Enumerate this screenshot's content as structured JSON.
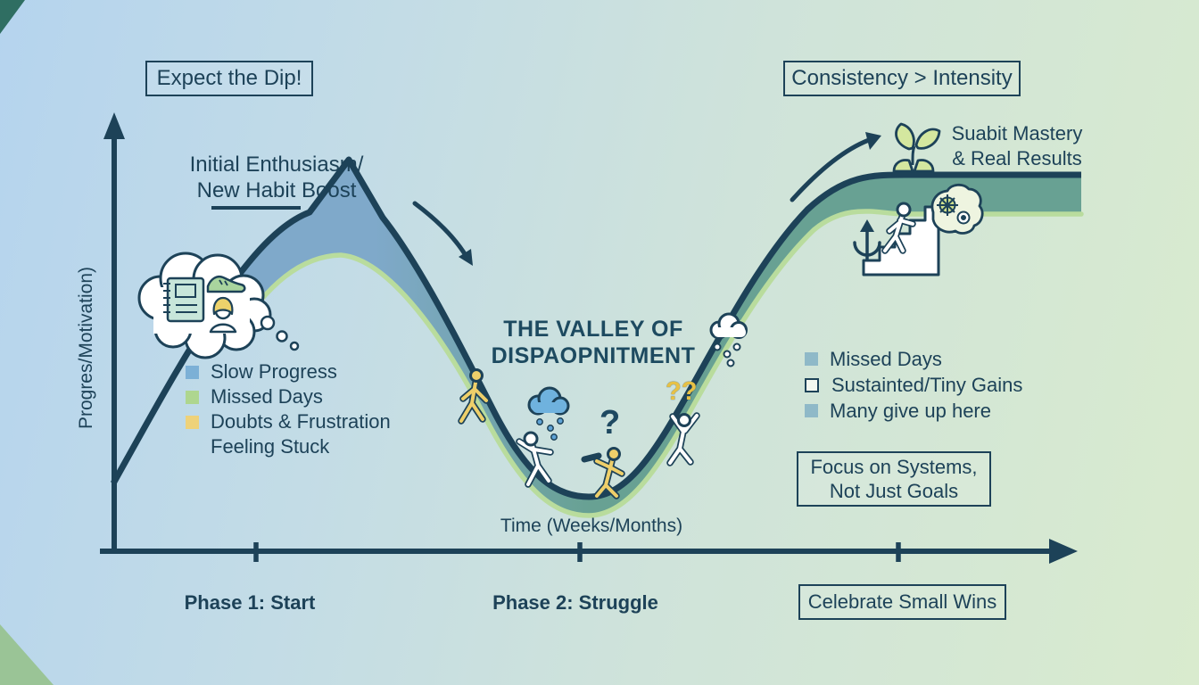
{
  "colors": {
    "ink": "#1d4258",
    "curve_blue": "#7fa9ca",
    "curve_teal": "#68a193",
    "curve_edge_green": "#b9dc9d",
    "bullet_blue": "#7cb0d6",
    "bullet_green": "#aed68f",
    "bullet_yellow": "#eed27a",
    "bullet_gray_blue": "#8fb9c8",
    "figure_yellow": "#eecf6a",
    "rain_cloud_blue": "#6fb2de",
    "leaf_green": "#d4e79f",
    "question_yellow": "#e7c145"
  },
  "boxes": {
    "expect_dip": "Expect the Dip!",
    "consistency": "Consistency > Intensity",
    "focus_line1": "Focus on Systems,",
    "focus_line2": "Not Just Goals",
    "celebrate": "Celebrate Small Wins"
  },
  "labels": {
    "enthusiasm_line1": "Initial Enthusiasm/",
    "enthusiasm_line2": "New Habit Boost",
    "valley_line1": "THE VALLEY OF",
    "valley_line2": "DISPAOPNITMENT",
    "mastery_line1": "Suabit Mastery",
    "mastery_line2": "& Real Results",
    "y_axis": "Progres/Motivation)",
    "x_axis": "Time (Weeks/Months)",
    "phase1": "Phase 1: Start",
    "phase2": "Phase 2: Struggle",
    "question_single": "?",
    "question_double": "??"
  },
  "left_list": {
    "items": [
      {
        "label": "Slow Progress",
        "bullet_color": "#7cb0d6"
      },
      {
        "label": "Missed Days",
        "bullet_color": "#aed68f"
      },
      {
        "label": "Doubts & Frustration",
        "bullet_color": "#eed27a"
      },
      {
        "label": "Feeling Stuck",
        "bullet_color": "none"
      }
    ]
  },
  "right_list": {
    "items": [
      {
        "label": "Missed Days",
        "bullet_style": "filled"
      },
      {
        "label": "Sustainted/Tiny Gains",
        "bullet_style": "outlined"
      },
      {
        "label": "Many give up here",
        "bullet_style": "filled"
      }
    ]
  },
  "icons": {
    "thought_cloud": "cloud with notebook, sneaker and person",
    "rain_cloud_blue": "blue rain cloud",
    "rain_cloud_white": "white rain cloud",
    "walking_figure": "yellow walking figure",
    "falling_figure": "white slipping figure",
    "working_figure": "yellow figure with tool",
    "climbing_figure": "white climbing figure",
    "stairs": "staircase with running figure",
    "loop_up_arrow": "circular up arrow",
    "brain_gears": "brain with gears",
    "plant_sprout": "sprouting plant",
    "down_arrow": "curved arrow down",
    "up_arrow": "curved arrow up"
  }
}
